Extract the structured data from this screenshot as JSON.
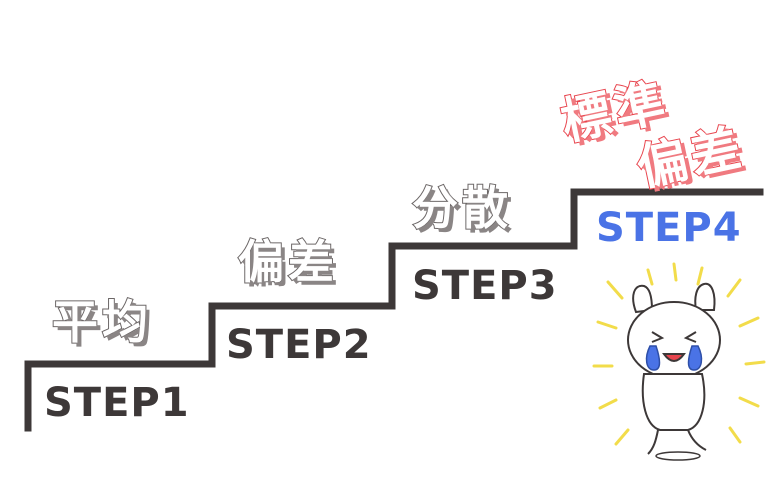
{
  "steps": [
    {
      "label": "STEP1",
      "topic": "平均"
    },
    {
      "label": "STEP2",
      "topic": "偏差"
    },
    {
      "label": "STEP3",
      "topic": "分散"
    },
    {
      "label": "STEP4",
      "topic": "標準偏差"
    }
  ],
  "goal": {
    "line1": "標準",
    "line2": "偏差"
  },
  "colors": {
    "stairs": "#3d3838",
    "step_text": "#3d3838",
    "highlight": "#4a73e6",
    "goal_outline": "#e8454e",
    "burst": "#f2dc4a"
  },
  "character": {
    "icon": "crying-character-icon"
  }
}
